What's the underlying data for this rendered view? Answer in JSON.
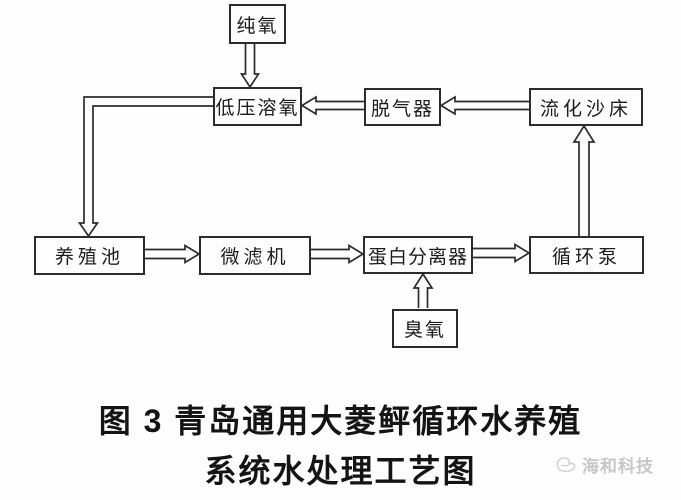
{
  "nodes": [
    {
      "id": "pure-oxygen",
      "label": "纯氧"
    },
    {
      "id": "low-pressure-oxygen",
      "label": "低压溶氧"
    },
    {
      "id": "degasser",
      "label": "脱气器"
    },
    {
      "id": "fluidized-sand-bed",
      "label": "流化沙床"
    },
    {
      "id": "culture-pond",
      "label": "养殖池"
    },
    {
      "id": "microfilter",
      "label": "微滤机"
    },
    {
      "id": "protein-skimmer",
      "label": "蛋白分离器"
    },
    {
      "id": "circulation-pump",
      "label": "循环泵"
    },
    {
      "id": "ozone",
      "label": "臭氧"
    }
  ],
  "flows": [
    {
      "from": "纯氧",
      "to": "低压溶氧"
    },
    {
      "from": "脱气器",
      "to": "低压溶氧"
    },
    {
      "from": "流化沙床",
      "to": "脱气器"
    },
    {
      "from": "低压溶氧",
      "to": "养殖池"
    },
    {
      "from": "养殖池",
      "to": "微滤机"
    },
    {
      "from": "微滤机",
      "to": "蛋白分离器"
    },
    {
      "from": "蛋白分离器",
      "to": "循环泵"
    },
    {
      "from": "循环泵",
      "to": "流化沙床"
    },
    {
      "from": "臭氧",
      "to": "蛋白分离器"
    }
  ],
  "caption": {
    "line1": "图 3  青岛通用大菱鲆循环水养殖",
    "line2": "系统水处理工艺图"
  },
  "watermark": {
    "text": "海和科技",
    "icon": "haihe-logo-icon"
  },
  "colors": {
    "line": "#2c2c2c",
    "text": "#1c1c1c",
    "background": "#fdfdfd",
    "watermark": "#c7c7c7"
  }
}
